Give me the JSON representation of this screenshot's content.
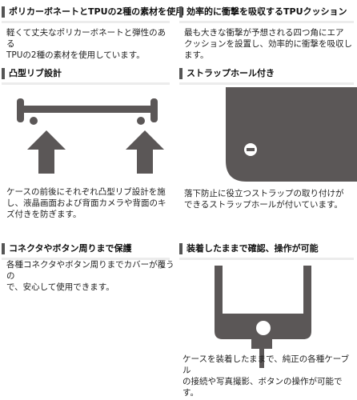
{
  "sections": [
    {
      "title": "ポリカーボネートとTPUの2種の素材を使用",
      "body": "軽くて丈夫なポリカーボネートと弾性のある\nTPUの2種の素材を使用しています。"
    },
    {
      "title": "効率的に衝撃を吸収するTPUクッション",
      "body": "最も大きな衝撃が予想される四つ角にエア\nクッションを設置し、効率的に衝撃を吸収し\nます。"
    },
    {
      "title": "凸型リブ設計",
      "body": "ケースの前後にそれぞれ凸型リブ設計を施\nし、液晶画面および背面カメラや背面のキ\nズ付きを防ぎます。"
    },
    {
      "title": "ストラップホール付き",
      "body": "落下防止に役立つストラップの取り付けが\nできるストラップホールが付いています。"
    },
    {
      "title": "コネクタやボタン周りまで保護",
      "body": "各種コネクタやボタン周りまでカバーが覆うの\nで、安心して使用できます。"
    },
    {
      "title": "装着したままで確認、操作が可能",
      "body": "ケースを装着したままで、純正の各種ケーブル\nの接続や写真撮影、ボタンの操作が可能で\nす。"
    }
  ],
  "colors": {
    "illustration": "#5b5757",
    "accent_bar": "#555555",
    "rule": "#ececec"
  }
}
